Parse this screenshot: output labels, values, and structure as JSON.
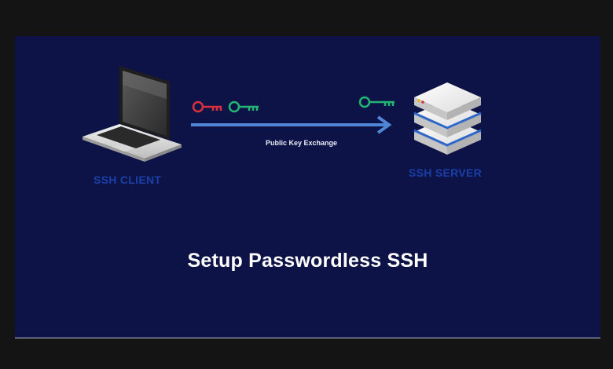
{
  "diagram": {
    "client_label": "SSH CLIENT",
    "server_label": "SSH SERVER",
    "arrow_label": "Public Key Exchange",
    "title": "Setup Passwordless SSH"
  },
  "colors": {
    "background": "#0d1347",
    "label_blue": "#1b3fa8",
    "arrow_blue": "#4f86d6",
    "private_key": "#d8313d",
    "public_key": "#22b573"
  },
  "icons": [
    "laptop-icon",
    "private-key-icon",
    "public-key-icon",
    "server-icon"
  ]
}
